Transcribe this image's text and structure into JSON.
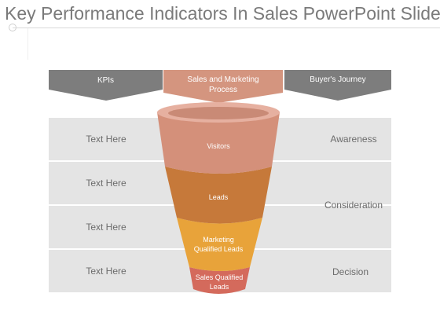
{
  "slide": {
    "title": "Key Performance Indicators In Sales PowerPoint Slides"
  },
  "headers": {
    "kpis": "KPIs",
    "process": "Sales and Marketing Process",
    "journey": "Buyer's Journey"
  },
  "kpi_rows": [
    "Text Here",
    "Text Here",
    "Text Here",
    "Text Here"
  ],
  "funnel": [
    {
      "label": "Visitors",
      "color": "#d4907a"
    },
    {
      "label": "Leads",
      "color": "#c6793a"
    },
    {
      "label": "Marketing Qualified Leads",
      "color": "#e8a33a"
    },
    {
      "label": "Sales Qualified Leads",
      "color": "#d46a5c"
    }
  ],
  "journey": {
    "awareness": "Awareness",
    "consideration": "Consideration",
    "decision": "Decision"
  },
  "colors": {
    "header_gray": "#7d7d7d",
    "header_salmon": "#d4957f",
    "row_bg": "#e4e4e4",
    "funnel_rim": "#e6b0a0"
  }
}
